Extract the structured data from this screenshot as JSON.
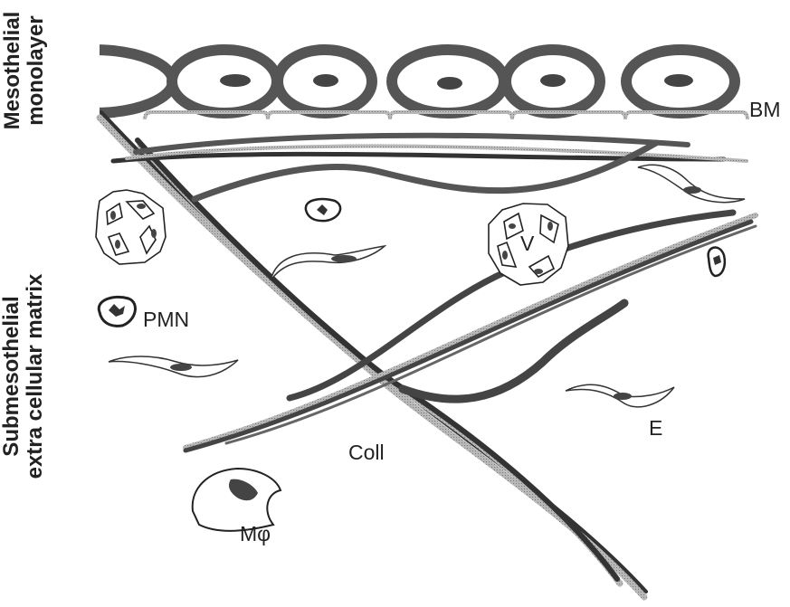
{
  "side_labels": {
    "mesothelial_line1": "Mesothelial",
    "mesothelial_line2": "monolayer",
    "submesothelial_line1": "Submesothelial",
    "submesothelial_line2": "extra cellular matrix"
  },
  "labels": {
    "bm": "BM",
    "pmn": "PMN",
    "v": "V",
    "coll": "Coll",
    "e": "E",
    "macrophage": "Mφ"
  }
}
